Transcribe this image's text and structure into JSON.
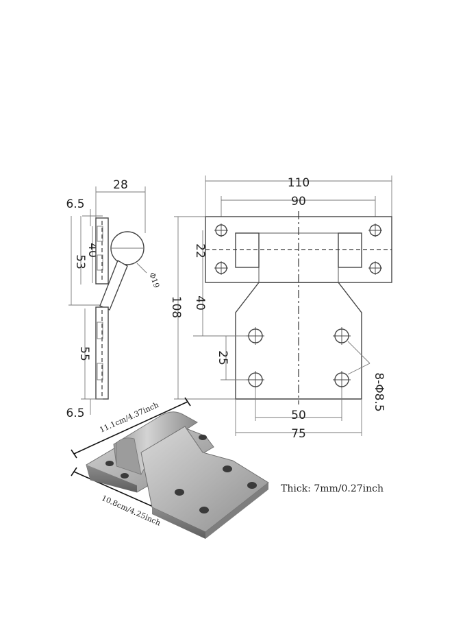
{
  "drawing": {
    "side_view": {
      "dim_width": "28",
      "dim_top_offset": "6.5",
      "dim_upper_span": "40",
      "dim_upper_total": "53",
      "dim_lower_span": "55",
      "dim_bottom_offset": "6.5",
      "dim_barrel_diameter": "Φ19"
    },
    "front_view": {
      "dim_overall_width": "110",
      "dim_upper_hole_spacing": "90",
      "dim_upper_hole_pitch": "22",
      "dim_overall_height": "108",
      "dim_offset_to_lower_holes": "40",
      "dim_lower_hole_pitch": "25",
      "dim_hole_callout": "8-Φ8.5",
      "dim_lower_hole_spacing": "50",
      "dim_lower_width": "75"
    },
    "photo": {
      "size_length": "11.1cm/4.37inch",
      "size_width": "10.8cm/4.25inch",
      "thickness": "Thick: 7mm/0.27inch"
    }
  },
  "colors": {
    "line": "#555555",
    "metal_light": "#c9c9c9",
    "metal_mid": "#a6a6a6",
    "metal_dark": "#7a7a7a"
  }
}
